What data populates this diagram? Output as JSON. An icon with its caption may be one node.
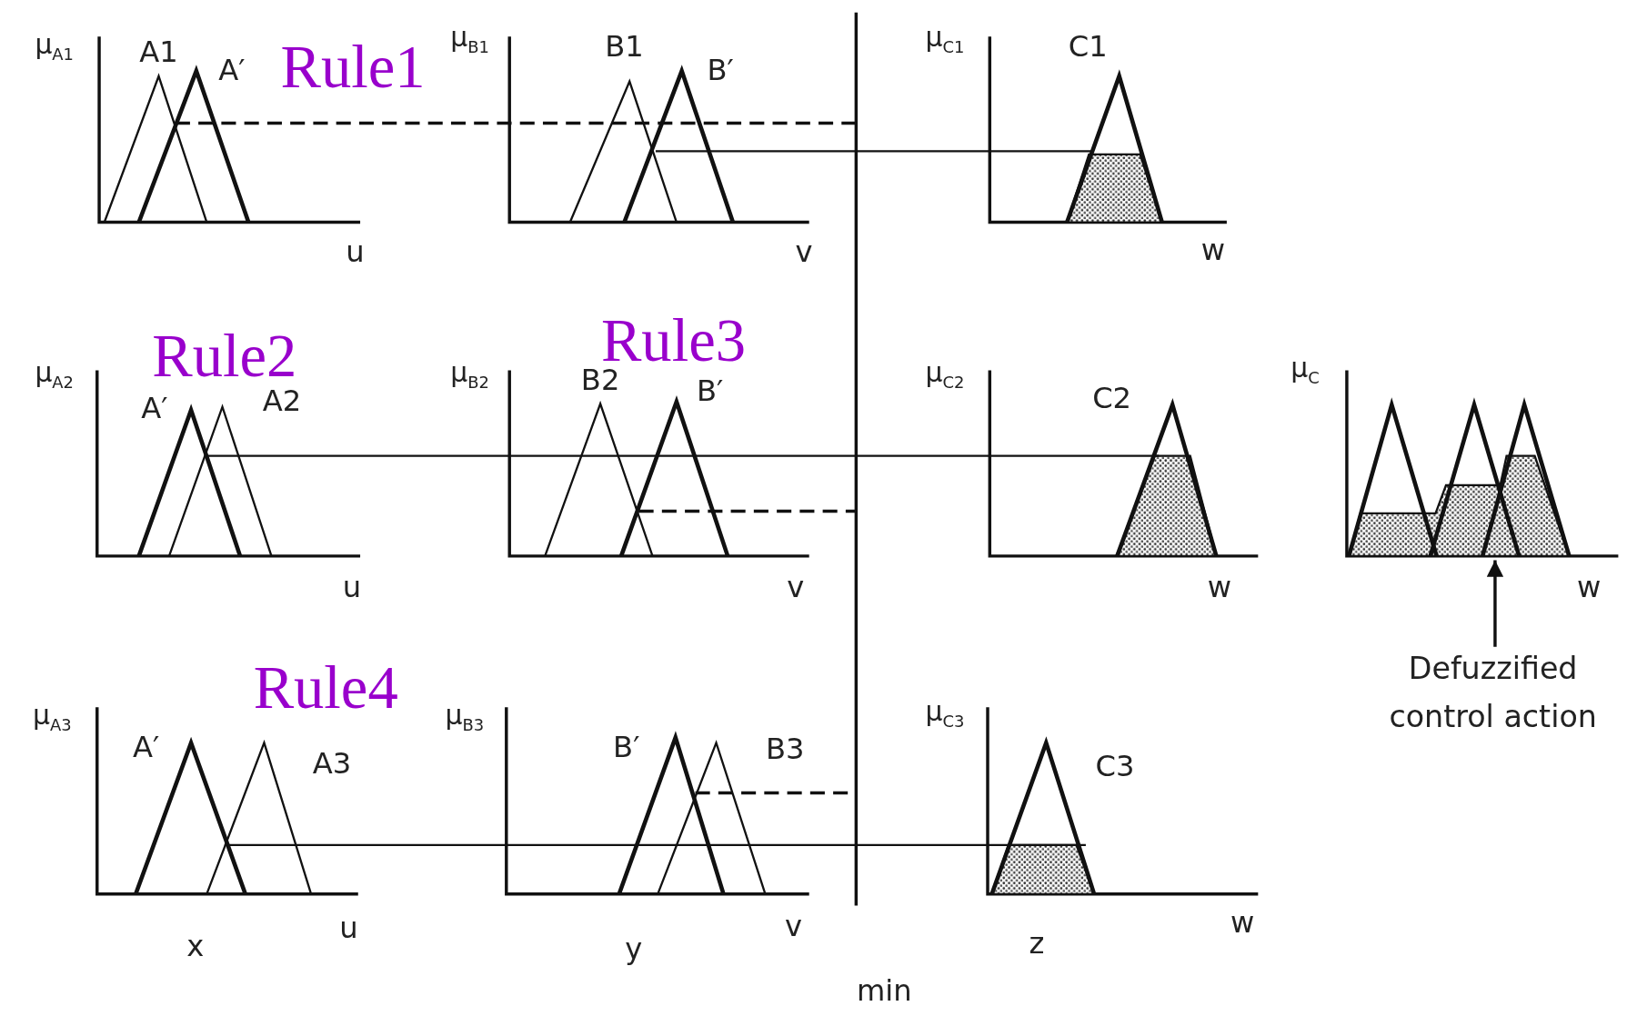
{
  "diagram": {
    "nodes": [
      {
        "text": [
          "Defuzzified control action"
        ]
      },
      {
        "text": [],
        "shape": "picture"
      }
    ],
    "edges": [
      {
        "from": 0,
        "to": 1,
        "arrow": "to"
      }
    ],
    "labels": [
      "μ$_{A1}$",
      "A1",
      "A′",
      "Rule1",
      "μ$_{B1}$",
      "B1",
      "B′",
      "μ$_{C1}$",
      "C1",
      "u",
      "v",
      "w",
      "Rule2",
      "Rule3",
      "μ$_{A2}$",
      "A′",
      "A2",
      "μ$_{B2}$",
      "B2",
      "B′",
      "μ$_{C2}$",
      "C2",
      "μ$_{C}$",
      "u",
      "v",
      "w",
      "w",
      "Rule4",
      "μ$_{A3}$",
      "A′",
      "A3",
      "μ$_{B3}$",
      "B′",
      "B3",
      "μ$_{C3}$",
      "C3",
      "x",
      "u",
      "y",
      "v",
      "z",
      "w",
      "min"
    ]
  }
}
